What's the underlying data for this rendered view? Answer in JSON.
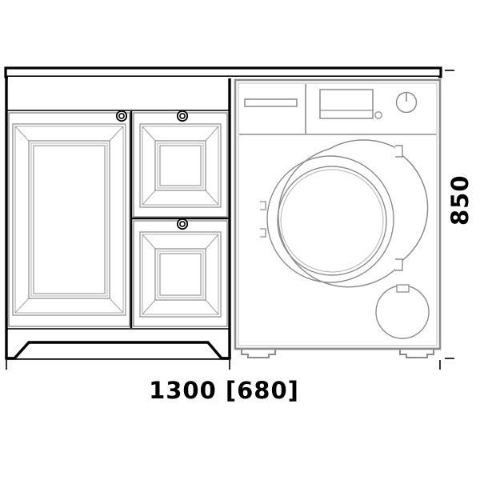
{
  "drawing": {
    "type": "technical-elevation",
    "subject": "bathroom-vanity-cabinet-with-front-load-washing-machine",
    "view": "front-elevation",
    "background_color": "#ffffff",
    "outline_color": "#000000",
    "detail_color": "#808080",
    "light_detail_color": "#b0b0b0"
  },
  "dimensions": {
    "width_label": "1300 [680]",
    "width_value": 1300,
    "width_bracket_value": 680,
    "height_label": "850",
    "height_value": 850,
    "units": "mm"
  },
  "cabinet": {
    "name": "vanity-cabinet",
    "countertop": {
      "name": "countertop"
    },
    "top_rail": {
      "name": "top-rail"
    },
    "door": {
      "name": "left-cabinet-door",
      "panel_style": "raised-panel-mitered",
      "knob": {
        "name": "door-knob",
        "shape": "round"
      }
    },
    "drawers": [
      {
        "name": "upper-drawer",
        "panel_style": "raised-panel-mitered",
        "knob": {
          "name": "drawer-knob",
          "shape": "round"
        }
      },
      {
        "name": "lower-drawer",
        "panel_style": "raised-panel-mitered",
        "knob": {
          "name": "drawer-knob",
          "shape": "round"
        }
      }
    ],
    "plinth": {
      "name": "cabinet-plinth",
      "feet": "chamfered-corner-legs"
    }
  },
  "washing_machine": {
    "name": "front-load-washing-machine",
    "control_panel": {
      "name": "control-panel",
      "detergent_drawer": {
        "name": "detergent-drawer-handle"
      },
      "display": {
        "name": "display-screen"
      },
      "indicator_light": {
        "name": "indicator-light"
      },
      "program_dial": {
        "name": "program-selector-dial"
      }
    },
    "door": {
      "name": "washer-door",
      "shape": "circular-porthole",
      "handle_side": "right",
      "hinge_side": "left"
    },
    "filter_cap": {
      "name": "pump-filter-cap"
    },
    "feet": {
      "name": "adjustable-feet",
      "count": 2
    }
  }
}
